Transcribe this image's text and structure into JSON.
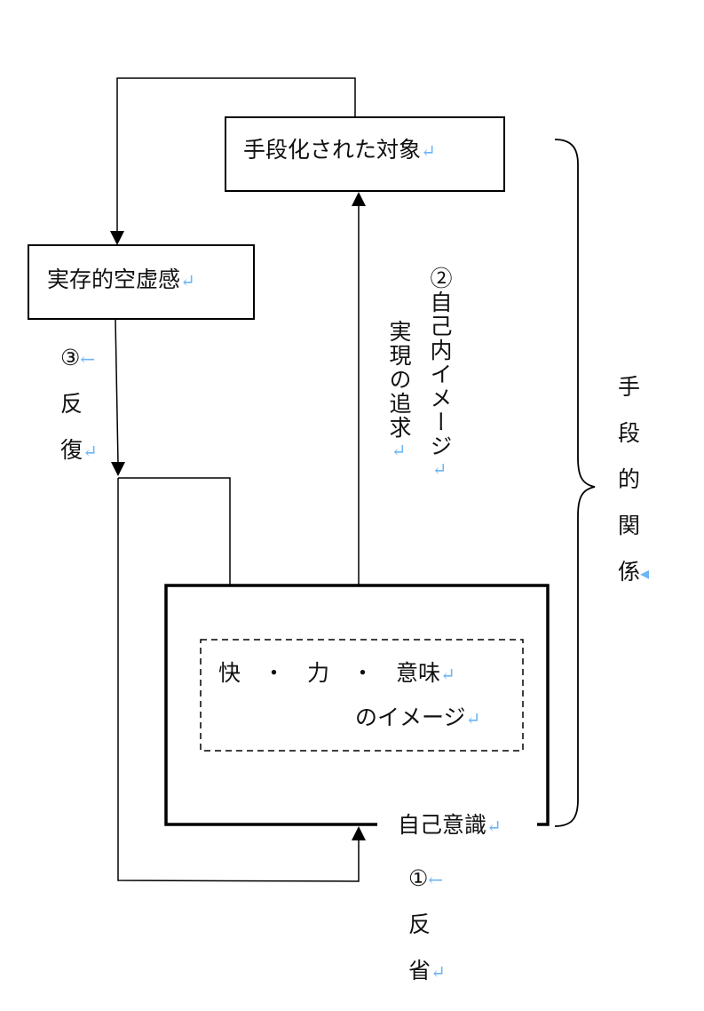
{
  "nodes": {
    "target": {
      "label": "手段化された対象",
      "mark": "↵"
    },
    "emptiness": {
      "label": "実存的空虚感",
      "mark": "↵"
    },
    "image_line1": {
      "label": "快　・　力　・　意味",
      "mark": "↵"
    },
    "image_line2": {
      "label": "のイメージ",
      "mark": "↵"
    },
    "self_consciousness": {
      "label": "自己意識",
      "mark": "↵"
    }
  },
  "edges": {
    "step1": {
      "number": "①",
      "chars": [
        "反",
        "省"
      ],
      "mark": "↵",
      "num_mark": "←"
    },
    "step2": {
      "line1": "②自己内イメージ",
      "line2": "実現の追求",
      "mark": "↵"
    },
    "step3": {
      "number": "③",
      "chars": [
        "反",
        "復"
      ],
      "mark": "↵",
      "num_mark": "←"
    }
  },
  "brace_label": {
    "chars": [
      "手",
      "段",
      "的",
      "関",
      "係"
    ],
    "mark": "◂"
  },
  "colors": {
    "line": "#000000",
    "return_mark": "#6cb6f5"
  }
}
